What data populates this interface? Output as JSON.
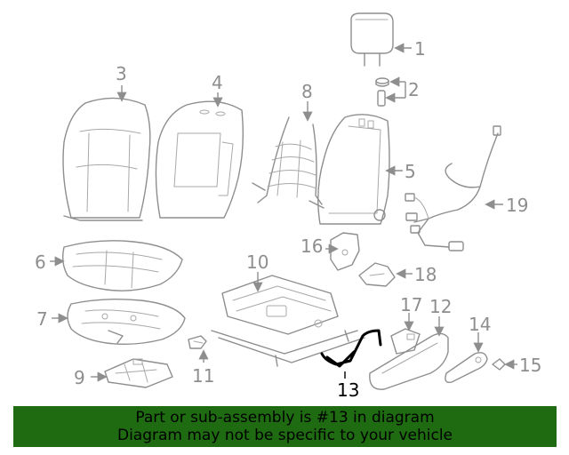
{
  "callouts": {
    "c1": "1",
    "c2": "2",
    "c3": "3",
    "c4": "4",
    "c5": "5",
    "c6": "6",
    "c7": "7",
    "c8": "8",
    "c9": "9",
    "c10": "10",
    "c11": "11",
    "c12": "12",
    "c13": "13",
    "c14": "14",
    "c15": "15",
    "c16": "16",
    "c17": "17",
    "c18": "18",
    "c19": "19"
  },
  "highlighted_part": "13",
  "banner": {
    "line1": "Part or sub-assembly is #13 in diagram",
    "line2": "Diagram may not be specific to your vehicle"
  },
  "colors": {
    "banner_bg": "#1e6b12",
    "line_art": "#8e8e8e",
    "highlight": "#000000"
  }
}
